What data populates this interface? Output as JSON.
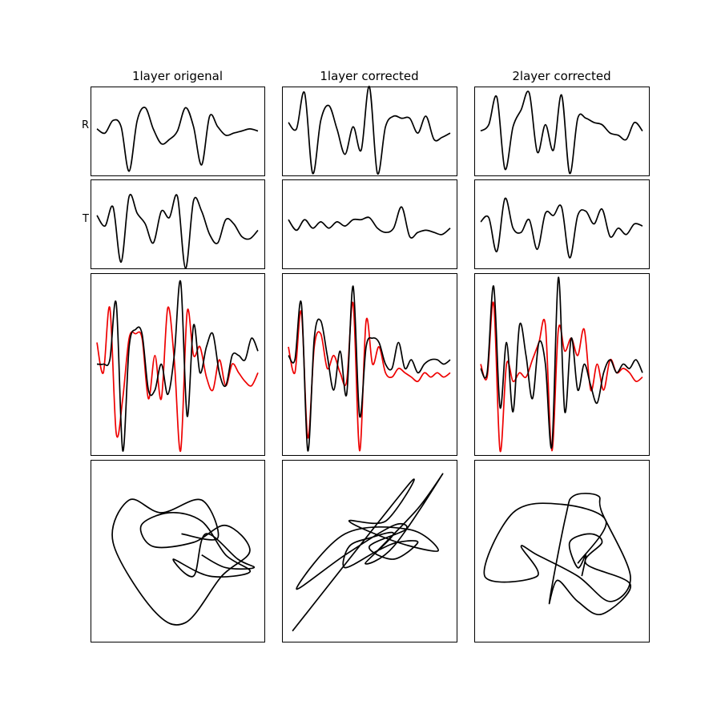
{
  "figure": {
    "column_titles": [
      "1layer origenal",
      "1layer corrected",
      "2layer corrected"
    ],
    "row_labels": [
      "R",
      "T",
      "",
      ""
    ]
  },
  "colors": {
    "primary_trace": "#000000",
    "secondary_trace": "#ee0000",
    "frame": "#000000"
  },
  "chart_data": [
    {
      "type": "line",
      "panel": "R-1layer-origenal",
      "column": 0,
      "row": 0,
      "axes_visible": false,
      "grid": false,
      "x": [
        0,
        0.05,
        0.1,
        0.15,
        0.2,
        0.25,
        0.3,
        0.35,
        0.4,
        0.45,
        0.5,
        0.55,
        0.6,
        0.65,
        0.7,
        0.75,
        0.8,
        0.85,
        0.9,
        0.95,
        1
      ],
      "ylim": [
        -1.05,
        1.05
      ],
      "series": [
        {
          "role": "primary",
          "values": [
            0.05,
            -0.05,
            0.25,
            0.1,
            -0.95,
            0.25,
            0.55,
            0.05,
            -0.3,
            -0.2,
            0.0,
            0.55,
            0.1,
            -0.8,
            0.35,
            0.1,
            -0.1,
            -0.05,
            0.0,
            0.05,
            0.0
          ]
        }
      ]
    },
    {
      "type": "line",
      "panel": "R-1layer-corrected",
      "column": 1,
      "row": 0,
      "axes_visible": false,
      "grid": false,
      "x": [
        0,
        0.05,
        0.1,
        0.15,
        0.2,
        0.25,
        0.3,
        0.35,
        0.4,
        0.45,
        0.5,
        0.55,
        0.6,
        0.65,
        0.7,
        0.75,
        0.8,
        0.85,
        0.9,
        0.95,
        1
      ],
      "ylim": [
        -1.05,
        1.05
      ],
      "series": [
        {
          "role": "primary",
          "values": [
            0.2,
            0.05,
            0.9,
            -1.0,
            0.25,
            0.6,
            0.05,
            -0.55,
            0.1,
            -0.45,
            1.05,
            -1.0,
            0.1,
            0.35,
            0.3,
            0.3,
            -0.05,
            0.35,
            -0.2,
            -0.15,
            -0.05
          ]
        }
      ]
    },
    {
      "type": "line",
      "panel": "R-2layer-corrected",
      "column": 2,
      "row": 0,
      "axes_visible": false,
      "grid": false,
      "x": [
        0,
        0.05,
        0.1,
        0.15,
        0.2,
        0.25,
        0.3,
        0.35,
        0.4,
        0.45,
        0.5,
        0.55,
        0.6,
        0.65,
        0.7,
        0.75,
        0.8,
        0.85,
        0.9,
        0.95,
        1
      ],
      "ylim": [
        -1.05,
        1.05
      ],
      "series": [
        {
          "role": "primary",
          "values": [
            0.0,
            0.15,
            0.8,
            -0.9,
            0.1,
            0.5,
            0.9,
            -0.5,
            0.15,
            -0.45,
            0.85,
            -1.0,
            0.3,
            0.3,
            0.2,
            0.15,
            -0.05,
            -0.1,
            -0.2,
            0.2,
            0.0
          ]
        }
      ]
    },
    {
      "type": "line",
      "panel": "T-1layer-origenal",
      "column": 0,
      "row": 1,
      "axes_visible": false,
      "grid": false,
      "x": [
        0,
        0.05,
        0.1,
        0.15,
        0.2,
        0.25,
        0.3,
        0.35,
        0.4,
        0.45,
        0.5,
        0.55,
        0.6,
        0.65,
        0.7,
        0.75,
        0.8,
        0.85,
        0.9,
        0.95,
        1
      ],
      "ylim": [
        -1.05,
        1.05
      ],
      "series": [
        {
          "role": "primary",
          "values": [
            0.2,
            -0.05,
            0.4,
            -0.9,
            0.65,
            0.25,
            0.0,
            -0.45,
            0.3,
            0.15,
            0.65,
            -1.05,
            0.55,
            0.3,
            -0.25,
            -0.45,
            0.1,
            0.0,
            -0.3,
            -0.35,
            -0.15
          ]
        }
      ]
    },
    {
      "type": "line",
      "panel": "T-1layer-corrected",
      "column": 1,
      "row": 1,
      "axes_visible": false,
      "grid": false,
      "x": [
        0,
        0.05,
        0.1,
        0.15,
        0.2,
        0.25,
        0.3,
        0.35,
        0.4,
        0.45,
        0.5,
        0.55,
        0.6,
        0.65,
        0.7,
        0.75,
        0.8,
        0.85,
        0.9,
        0.95,
        1
      ],
      "ylim": [
        -1.05,
        1.05
      ],
      "series": [
        {
          "role": "primary",
          "values": [
            0.1,
            -0.15,
            0.1,
            -0.1,
            0.05,
            -0.1,
            0.05,
            -0.05,
            0.1,
            0.1,
            0.15,
            -0.1,
            -0.2,
            -0.1,
            0.4,
            -0.3,
            -0.2,
            -0.15,
            -0.2,
            -0.25,
            -0.1
          ]
        }
      ]
    },
    {
      "type": "line",
      "panel": "T-2layer-corrected",
      "column": 2,
      "row": 1,
      "axes_visible": false,
      "grid": false,
      "x": [
        0,
        0.05,
        0.1,
        0.15,
        0.2,
        0.25,
        0.3,
        0.35,
        0.4,
        0.45,
        0.5,
        0.55,
        0.6,
        0.65,
        0.7,
        0.75,
        0.8,
        0.85,
        0.9,
        0.95,
        1
      ],
      "ylim": [
        -1.05,
        1.05
      ],
      "series": [
        {
          "role": "primary",
          "values": [
            0.05,
            0.15,
            -0.65,
            0.6,
            -0.1,
            -0.2,
            0.1,
            -0.6,
            0.25,
            0.2,
            0.4,
            -0.8,
            0.2,
            0.3,
            0.0,
            0.35,
            -0.3,
            -0.1,
            -0.25,
            0.0,
            -0.05
          ]
        }
      ]
    },
    {
      "type": "line",
      "panel": "overlay-1layer-origenal",
      "column": 0,
      "row": 2,
      "axes_visible": false,
      "grid": false,
      "x": [
        0,
        0.04,
        0.08,
        0.12,
        0.16,
        0.2,
        0.24,
        0.28,
        0.32,
        0.36,
        0.4,
        0.44,
        0.48,
        0.52,
        0.56,
        0.6,
        0.64,
        0.68,
        0.72,
        0.76,
        0.8,
        0.84,
        0.88,
        0.92,
        0.96,
        1
      ],
      "ylim": [
        -1.05,
        1.05
      ],
      "series": [
        {
          "role": "primary",
          "values": [
            0.0,
            0.0,
            0.05,
            0.7,
            -1.0,
            0.2,
            0.4,
            0.35,
            -0.3,
            -0.3,
            0.0,
            -0.35,
            0.1,
            0.95,
            -0.6,
            0.45,
            -0.1,
            0.2,
            0.35,
            -0.1,
            -0.25,
            0.1,
            0.1,
            0.05,
            0.3,
            0.15
          ]
        },
        {
          "role": "secondary",
          "values": [
            0.25,
            -0.1,
            0.65,
            -0.8,
            -0.4,
            0.3,
            0.35,
            0.3,
            -0.4,
            0.1,
            -0.4,
            0.65,
            0.05,
            -1.0,
            0.6,
            0.1,
            0.2,
            -0.15,
            -0.3,
            0.05,
            -0.25,
            0.0,
            -0.1,
            -0.2,
            -0.25,
            -0.1
          ]
        }
      ]
    },
    {
      "type": "line",
      "panel": "overlay-1layer-corrected",
      "column": 1,
      "row": 2,
      "axes_visible": false,
      "grid": false,
      "x": [
        0,
        0.04,
        0.08,
        0.12,
        0.16,
        0.2,
        0.24,
        0.28,
        0.32,
        0.36,
        0.4,
        0.44,
        0.48,
        0.52,
        0.56,
        0.6,
        0.64,
        0.68,
        0.72,
        0.76,
        0.8,
        0.84,
        0.88,
        0.92,
        0.96,
        1
      ],
      "ylim": [
        -1.05,
        1.05
      ],
      "series": [
        {
          "role": "primary",
          "values": [
            0.1,
            0.05,
            0.7,
            -1.0,
            0.3,
            0.5,
            0.1,
            -0.3,
            0.15,
            -0.35,
            0.9,
            -0.6,
            0.2,
            0.3,
            0.25,
            0.0,
            -0.05,
            0.25,
            -0.05,
            0.05,
            -0.1,
            0.0,
            0.05,
            0.05,
            0.0,
            0.05
          ]
        },
        {
          "role": "secondary",
          "values": [
            0.2,
            -0.1,
            0.6,
            -0.85,
            0.2,
            0.35,
            -0.05,
            0.1,
            -0.1,
            -0.2,
            0.7,
            -1.0,
            0.5,
            0.0,
            0.2,
            -0.1,
            -0.15,
            -0.05,
            -0.1,
            -0.15,
            -0.2,
            -0.1,
            -0.15,
            -0.1,
            -0.15,
            -0.1
          ]
        }
      ]
    },
    {
      "type": "line",
      "panel": "overlay-2layer-corrected",
      "column": 2,
      "row": 2,
      "axes_visible": false,
      "grid": false,
      "x": [
        0,
        0.04,
        0.08,
        0.12,
        0.16,
        0.2,
        0.24,
        0.28,
        0.32,
        0.36,
        0.4,
        0.44,
        0.48,
        0.52,
        0.56,
        0.6,
        0.64,
        0.68,
        0.72,
        0.76,
        0.8,
        0.84,
        0.88,
        0.92,
        0.96,
        1
      ],
      "ylim": [
        -1.05,
        1.05
      ],
      "series": [
        {
          "role": "primary",
          "values": [
            -0.05,
            -0.1,
            0.9,
            -0.5,
            0.25,
            -0.55,
            0.45,
            0.1,
            -0.4,
            0.25,
            0.0,
            -0.95,
            1.0,
            -0.55,
            0.3,
            -0.3,
            0.0,
            -0.25,
            -0.45,
            -0.1,
            0.05,
            -0.1,
            0.0,
            -0.05,
            0.05,
            -0.1
          ]
        },
        {
          "role": "secondary",
          "values": [
            0.0,
            -0.15,
            0.7,
            -1.0,
            0.0,
            -0.2,
            -0.1,
            -0.15,
            0.05,
            0.25,
            0.45,
            -1.0,
            0.4,
            0.15,
            0.3,
            0.1,
            0.4,
            -0.3,
            0.0,
            -0.3,
            0.05,
            -0.1,
            -0.05,
            -0.1,
            -0.2,
            -0.15
          ]
        }
      ]
    },
    {
      "type": "line",
      "panel": "lissajous-1layer-origenal",
      "column": 0,
      "row": 3,
      "axes_visible": false,
      "grid": false,
      "xlim": [
        -1,
        1
      ],
      "ylim": [
        -1,
        1
      ],
      "series": [
        {
          "role": "primary",
          "points": [
            [
              0.05,
              0.2
            ],
            [
              0.5,
              0.15
            ],
            [
              0.3,
              0.6
            ],
            [
              -0.2,
              0.45
            ],
            [
              -0.6,
              0.6
            ],
            [
              -0.8,
              0.1
            ],
            [
              -0.3,
              -0.7
            ],
            [
              0.1,
              -0.85
            ],
            [
              0.55,
              -0.3
            ],
            [
              0.9,
              0.0
            ],
            [
              0.6,
              0.3
            ],
            [
              0.2,
              0.1
            ],
            [
              -0.3,
              0.05
            ],
            [
              -0.45,
              0.3
            ],
            [
              -0.1,
              0.45
            ],
            [
              0.3,
              0.35
            ],
            [
              0.6,
              -0.05
            ],
            [
              0.9,
              -0.25
            ],
            [
              0.4,
              -0.3
            ],
            [
              -0.05,
              -0.1
            ],
            [
              0.2,
              -0.3
            ],
            [
              0.35,
              0.2
            ],
            [
              0.75,
              -0.1
            ],
            [
              0.95,
              -0.2
            ],
            [
              0.6,
              -0.2
            ],
            [
              0.3,
              -0.05
            ]
          ]
        }
      ]
    },
    {
      "type": "line",
      "panel": "lissajous-1layer-corrected",
      "column": 1,
      "row": 3,
      "axes_visible": false,
      "grid": false,
      "xlim": [
        -1,
        1
      ],
      "ylim": [
        -1,
        1
      ],
      "series": [
        {
          "role": "primary",
          "points": [
            [
              -0.95,
              -0.95
            ],
            [
              0.5,
              0.8
            ],
            [
              0.2,
              0.35
            ],
            [
              -0.25,
              0.35
            ],
            [
              0.35,
              0.1
            ],
            [
              0.85,
              0.0
            ],
            [
              0.5,
              0.25
            ],
            [
              -0.3,
              0.2
            ],
            [
              -0.9,
              -0.45
            ],
            [
              -0.3,
              -0.05
            ],
            [
              0.3,
              0.3
            ],
            [
              0.45,
              0.25
            ],
            [
              0.0,
              0.05
            ],
            [
              0.3,
              -0.1
            ],
            [
              0.6,
              0.1
            ],
            [
              0.35,
              0.1
            ],
            [
              0.1,
              0.0
            ],
            [
              -0.3,
              -0.2
            ],
            [
              -0.25,
              0.05
            ],
            [
              0.0,
              0.15
            ],
            [
              0.3,
              0.2
            ],
            [
              -0.05,
              -0.15
            ],
            [
              0.3,
              0.05
            ],
            [
              0.9,
              0.9
            ],
            [
              0.6,
              0.5
            ],
            [
              0.1,
              0.0
            ]
          ]
        }
      ]
    },
    {
      "type": "line",
      "panel": "lissajous-2layer-corrected",
      "column": 2,
      "row": 3,
      "axes_visible": false,
      "grid": false,
      "xlim": [
        -1,
        1
      ],
      "ylim": [
        -1,
        1
      ],
      "series": [
        {
          "role": "primary",
          "points": [
            [
              0.25,
              -0.3
            ],
            [
              0.3,
              -0.05
            ],
            [
              0.2,
              -0.2
            ],
            [
              0.1,
              0.1
            ],
            [
              0.35,
              0.2
            ],
            [
              0.5,
              0.1
            ],
            [
              0.3,
              -0.15
            ],
            [
              0.85,
              -0.4
            ],
            [
              0.5,
              -0.75
            ],
            [
              0.2,
              -0.6
            ],
            [
              -0.05,
              -0.35
            ],
            [
              -0.15,
              -0.6
            ],
            [
              0.05,
              0.4
            ],
            [
              0.15,
              0.65
            ],
            [
              0.45,
              0.65
            ],
            [
              0.5,
              0.45
            ],
            [
              0.85,
              -0.3
            ],
            [
              0.6,
              -0.6
            ],
            [
              0.2,
              -0.3
            ],
            [
              -0.3,
              -0.05
            ],
            [
              -0.5,
              0.05
            ],
            [
              -0.3,
              -0.3
            ],
            [
              -0.95,
              -0.3
            ],
            [
              -0.6,
              0.45
            ],
            [
              0.0,
              0.55
            ],
            [
              0.55,
              0.35
            ],
            [
              0.2,
              -0.15
            ]
          ]
        }
      ]
    }
  ]
}
